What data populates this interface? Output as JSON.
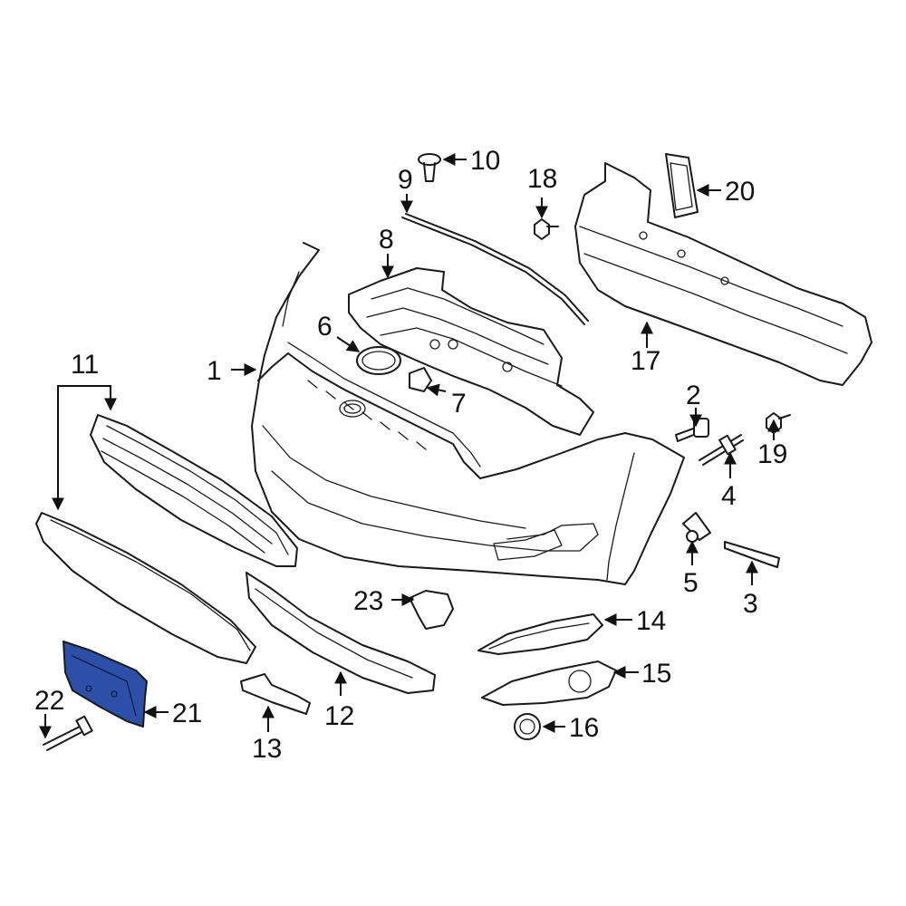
{
  "diagram": {
    "highlight_color": "#2d4fa8",
    "callouts": [
      {
        "id": "c1",
        "label": "1"
      },
      {
        "id": "c2",
        "label": "2"
      },
      {
        "id": "c3",
        "label": "3"
      },
      {
        "id": "c4",
        "label": "4"
      },
      {
        "id": "c5",
        "label": "5"
      },
      {
        "id": "c6",
        "label": "6"
      },
      {
        "id": "c7",
        "label": "7"
      },
      {
        "id": "c8",
        "label": "8"
      },
      {
        "id": "c9",
        "label": "9"
      },
      {
        "id": "c10",
        "label": "10"
      },
      {
        "id": "c11",
        "label": "11"
      },
      {
        "id": "c12",
        "label": "12"
      },
      {
        "id": "c13",
        "label": "13"
      },
      {
        "id": "c14",
        "label": "14"
      },
      {
        "id": "c15",
        "label": "15"
      },
      {
        "id": "c16",
        "label": "16"
      },
      {
        "id": "c17",
        "label": "17"
      },
      {
        "id": "c18",
        "label": "18"
      },
      {
        "id": "c19",
        "label": "19"
      },
      {
        "id": "c20",
        "label": "20"
      },
      {
        "id": "c21",
        "label": "21"
      },
      {
        "id": "c22",
        "label": "22"
      },
      {
        "id": "c23",
        "label": "23"
      }
    ]
  }
}
